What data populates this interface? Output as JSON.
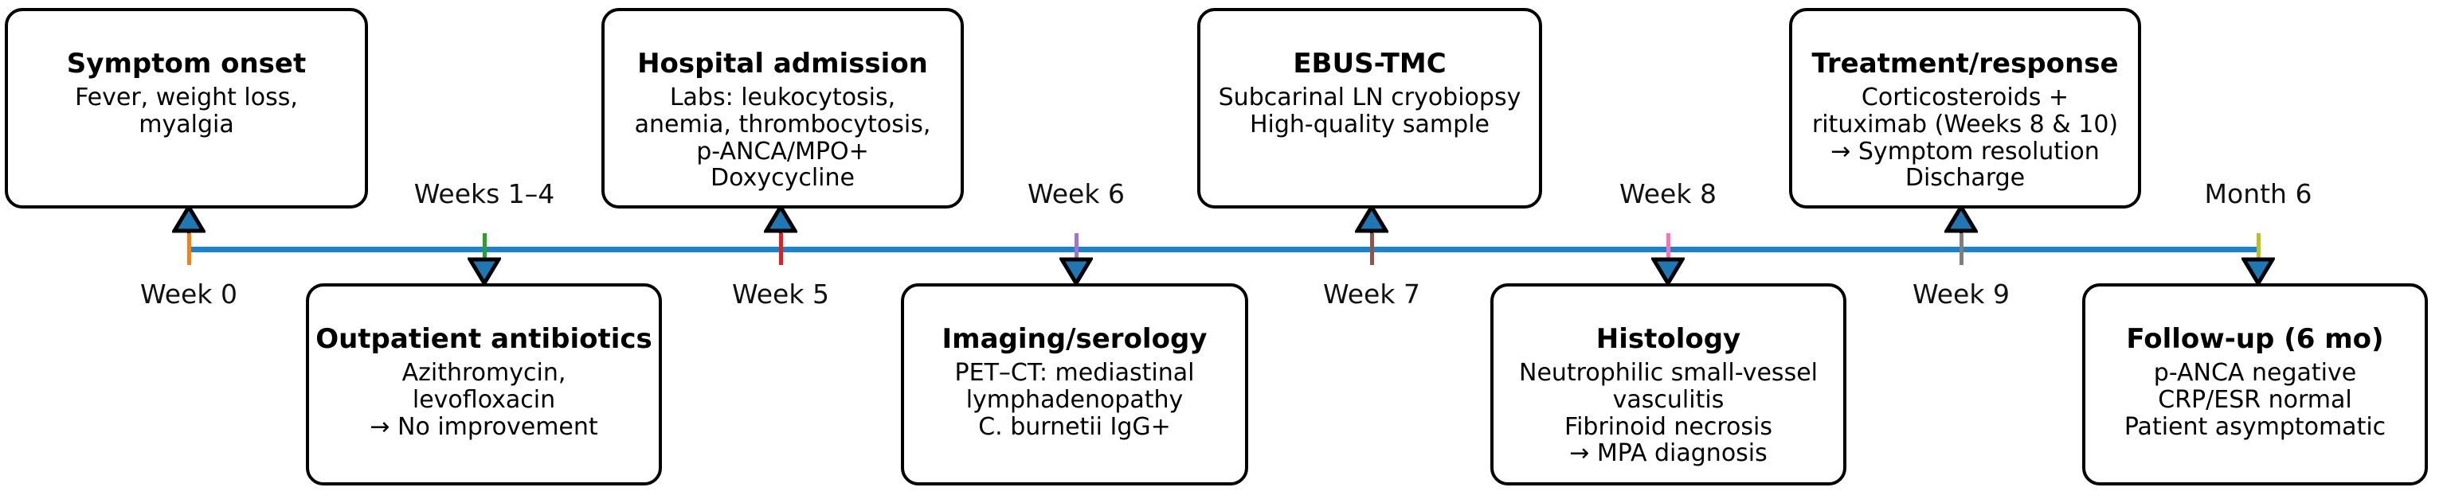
{
  "figure": {
    "line_color": "#1e82c8",
    "arrow_fill": "#1f77b4",
    "arrow_edge": "#000000",
    "background": "#ffffff"
  },
  "events": [
    {
      "id": "symptom-onset",
      "time_label": "Week 0",
      "tick_color": "#ff7f0e",
      "box_side": "top",
      "title": "Symptom onset",
      "details": "Fever, weight loss,\nmyalgia"
    },
    {
      "id": "outpatient-antibiotics",
      "time_label": "Weeks 1–4",
      "tick_color": "#2ca02c",
      "box_side": "bottom",
      "title": "Outpatient antibiotics",
      "details": "Azithromycin,\nlevofloxacin\n→ No improvement"
    },
    {
      "id": "hospital-admission",
      "time_label": "Week 5",
      "tick_color": "#e31f26",
      "box_side": "top",
      "title": "Hospital admission",
      "details": "Labs: leukocytosis,\nanemia, thrombocytosis,\np-ANCA/MPO+\nDoxycycline"
    },
    {
      "id": "imaging-serology",
      "time_label": "Week 6",
      "tick_color": "#a472ce",
      "box_side": "bottom",
      "title": "Imaging/serology",
      "details": "PET–CT: mediastinal\nlymphadenopathy\nC. burnetii IgG+"
    },
    {
      "id": "ebus-tmc",
      "time_label": "Week 7",
      "tick_color": "#8c564b",
      "box_side": "top",
      "title": "EBUS-TMC",
      "details": "Subcarinal LN cryobiopsy\nHigh-quality sample"
    },
    {
      "id": "histology",
      "time_label": "Week 8",
      "tick_color": "#f973b9",
      "box_side": "bottom",
      "title": "Histology",
      "details": "Neutrophilic small-vessel\nvasculitis\nFibrinoid necrosis\n→ MPA diagnosis"
    },
    {
      "id": "treatment-response",
      "time_label": "Week 9",
      "tick_color": "#7f7f7f",
      "box_side": "top",
      "title": "Treatment/response",
      "details": "Corticosteroids +\nrituximab (Weeks 8 & 10)\n→ Symptom resolution\nDischarge"
    },
    {
      "id": "follow-up",
      "time_label": "Month 6",
      "tick_color": "#bfc01e",
      "box_side": "bottom",
      "title": "Follow-up (6 mo)",
      "details": "p-ANCA negative\nCRP/ESR normal\nPatient asymptomatic"
    }
  ]
}
